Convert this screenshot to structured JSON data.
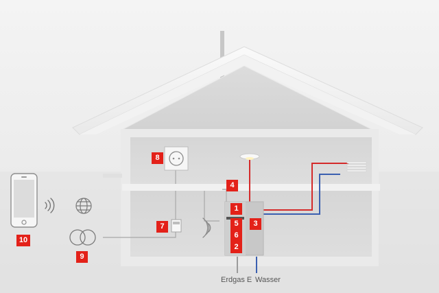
{
  "colors": {
    "badge": "#e32119",
    "hot_pipe": "#d42a2a",
    "cold_pipe": "#3a5fb0"
  },
  "badges": {
    "b1": "1",
    "b2": "2",
    "b3": "3",
    "b4": "4",
    "b5": "5",
    "b6": "6",
    "b7": "7",
    "b8": "8",
    "b9": "9",
    "b10": "10"
  },
  "labels": {
    "gas": "Erdgas E",
    "water": "Wasser"
  },
  "icons": [
    "smartphone-icon",
    "wifi-signal-icon",
    "globe-icon",
    "power-grid-icon",
    "power-socket-icon",
    "ceiling-lamp-icon",
    "radiator-icon",
    "electricity-meter-icon",
    "fuel-cell-heater-icon"
  ]
}
